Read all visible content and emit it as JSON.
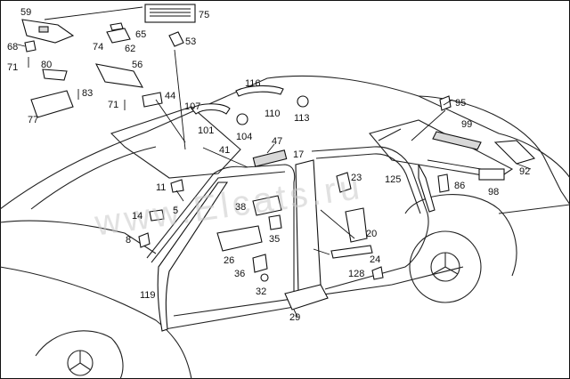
{
  "watermark": "www.Elcats.ru",
  "callouts": {
    "c59": "59",
    "c75": "75",
    "c68": "68",
    "c65": "65",
    "c74": "74",
    "c62": "62",
    "c53": "53",
    "c71a": "71",
    "c80": "80",
    "c56": "56",
    "c83": "83",
    "c77": "77",
    "c71b": "71",
    "c44": "44",
    "c116": "116",
    "c107": "107",
    "c101": "101",
    "c110": "110",
    "c113": "113",
    "c104": "104",
    "c95": "95",
    "c99": "99",
    "c41": "41",
    "c47": "47",
    "c17": "17",
    "c11": "11",
    "c5": "5",
    "c14": "14",
    "c8": "8",
    "c38": "38",
    "c23": "23",
    "c125": "125",
    "c86": "86",
    "c98": "98",
    "c92": "92",
    "c35": "35",
    "c20": "20",
    "c26": "26",
    "c36": "36",
    "c24": "24",
    "c128": "128",
    "c32": "32",
    "c119": "119",
    "c29": "29"
  }
}
